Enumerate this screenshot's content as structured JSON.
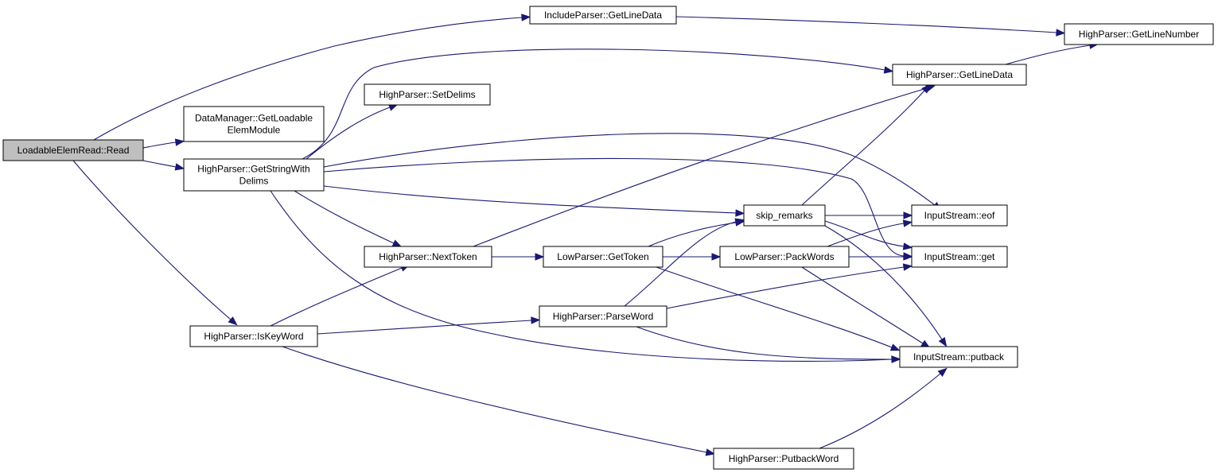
{
  "graph": {
    "colors": {
      "edge": "#191970",
      "node_fill": "#ffffff",
      "root_fill": "#bfbfbf",
      "node_border": "#000000"
    },
    "root": "read",
    "nodes": [
      {
        "id": "read",
        "lines": [
          "LoadableElemRead::Read"
        ]
      },
      {
        "id": "incl_getlinedata",
        "lines": [
          "IncludeParser::GetLineData"
        ]
      },
      {
        "id": "dm_getloadable",
        "lines": [
          "DataManager::GetLoadable",
          "ElemModule"
        ]
      },
      {
        "id": "hp_getstringwithdelims",
        "lines": [
          "HighParser::GetStringWith",
          "Delims"
        ]
      },
      {
        "id": "hp_iskeyword",
        "lines": [
          "HighParser::IsKeyWord"
        ]
      },
      {
        "id": "hp_setdelims",
        "lines": [
          "HighParser::SetDelims"
        ]
      },
      {
        "id": "hp_nexttoken",
        "lines": [
          "HighParser::NextToken"
        ]
      },
      {
        "id": "hp_parseword",
        "lines": [
          "HighParser::ParseWord"
        ]
      },
      {
        "id": "hp_putbackword",
        "lines": [
          "HighParser::PutbackWord"
        ]
      },
      {
        "id": "lp_gettoken",
        "lines": [
          "LowParser::GetToken"
        ]
      },
      {
        "id": "skip_remarks",
        "lines": [
          "skip_remarks"
        ]
      },
      {
        "id": "lp_packwords",
        "lines": [
          "LowParser::PackWords"
        ]
      },
      {
        "id": "hp_getlinedata",
        "lines": [
          "HighParser::GetLineData"
        ]
      },
      {
        "id": "hp_getlinenumber",
        "lines": [
          "HighParser::GetLineNumber"
        ]
      },
      {
        "id": "is_eof",
        "lines": [
          "InputStream::eof"
        ]
      },
      {
        "id": "is_get",
        "lines": [
          "InputStream::get"
        ]
      },
      {
        "id": "is_putback",
        "lines": [
          "InputStream::putback"
        ]
      }
    ],
    "edges": [
      {
        "from": "read",
        "to": "incl_getlinedata"
      },
      {
        "from": "read",
        "to": "dm_getloadable"
      },
      {
        "from": "read",
        "to": "hp_getstringwithdelims"
      },
      {
        "from": "read",
        "to": "hp_iskeyword"
      },
      {
        "from": "incl_getlinedata",
        "to": "hp_getlinenumber"
      },
      {
        "from": "hp_getlinedata",
        "to": "hp_getlinenumber"
      },
      {
        "from": "hp_getstringwithdelims",
        "to": "hp_getlinedata"
      },
      {
        "from": "hp_getstringwithdelims",
        "to": "hp_setdelims"
      },
      {
        "from": "hp_getstringwithdelims",
        "to": "is_eof"
      },
      {
        "from": "hp_getstringwithdelims",
        "to": "is_get"
      },
      {
        "from": "hp_getstringwithdelims",
        "to": "skip_remarks"
      },
      {
        "from": "hp_getstringwithdelims",
        "to": "hp_nexttoken"
      },
      {
        "from": "hp_getstringwithdelims",
        "to": "is_putback"
      },
      {
        "from": "hp_iskeyword",
        "to": "hp_nexttoken"
      },
      {
        "from": "hp_iskeyword",
        "to": "hp_parseword"
      },
      {
        "from": "hp_iskeyword",
        "to": "hp_putbackword"
      },
      {
        "from": "hp_nexttoken",
        "to": "hp_getlinedata"
      },
      {
        "from": "hp_nexttoken",
        "to": "lp_gettoken"
      },
      {
        "from": "lp_gettoken",
        "to": "skip_remarks"
      },
      {
        "from": "lp_gettoken",
        "to": "lp_packwords"
      },
      {
        "from": "lp_gettoken",
        "to": "is_putback"
      },
      {
        "from": "skip_remarks",
        "to": "hp_getlinedata"
      },
      {
        "from": "skip_remarks",
        "to": "is_eof"
      },
      {
        "from": "skip_remarks",
        "to": "is_get"
      },
      {
        "from": "skip_remarks",
        "to": "is_putback"
      },
      {
        "from": "lp_packwords",
        "to": "is_eof"
      },
      {
        "from": "lp_packwords",
        "to": "is_get"
      },
      {
        "from": "lp_packwords",
        "to": "is_putback"
      },
      {
        "from": "hp_parseword",
        "to": "skip_remarks"
      },
      {
        "from": "hp_parseword",
        "to": "is_get"
      },
      {
        "from": "hp_parseword",
        "to": "is_putback"
      },
      {
        "from": "hp_putbackword",
        "to": "is_putback"
      }
    ]
  }
}
